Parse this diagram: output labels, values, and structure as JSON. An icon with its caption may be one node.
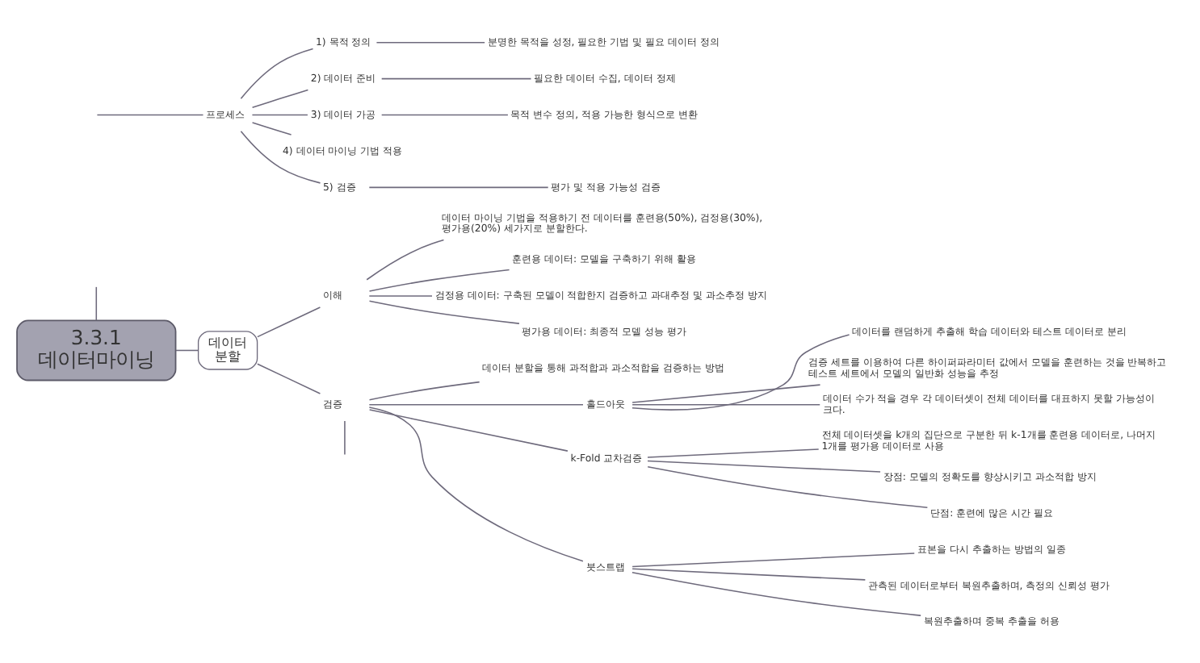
{
  "diagram": {
    "nodes": [
      {
        "text": [
          "3.3.1 데이터마이닝"
        ]
      },
      {
        "text": [
          "프로세스"
        ]
      },
      {
        "text": [
          "1) 목적 정의"
        ]
      },
      {
        "text": [
          "분명한 목적을 성정, 필요한 기법 및 필요 데이터 정의"
        ]
      },
      {
        "text": [
          "2) 데이터 준비"
        ]
      },
      {
        "text": [
          "필요한 데이터 수집, 데이터 정제"
        ]
      },
      {
        "text": [
          "3) 데이터 가공"
        ]
      },
      {
        "text": [
          "목적 변수 정의, 적용 가능한 형식으로 변환"
        ]
      },
      {
        "text": [
          "4) 데이터 마이닝 기법 적용"
        ]
      },
      {
        "text": [
          "5) 검증"
        ]
      },
      {
        "text": [
          "평가 및 적용 가능성 검증"
        ]
      },
      {
        "text": [
          "데이터 분할"
        ]
      },
      {
        "text": [
          "이해"
        ]
      },
      {
        "text": [
          "데이터 마이닝 기법을 적용하기 전 데이터를 훈련용(50%), 검정용(30%), 평가용(20%) 세가지로 분할한다."
        ]
      },
      {
        "text": [
          "훈련용 데이터: 모델을 구축하기 위해 활용"
        ]
      },
      {
        "text": [
          "검정용 데이터: 구축된 모델이 적합한지 검증하고 과대추정 및 과소추정 방지"
        ]
      },
      {
        "text": [
          "평가용 데이터: 최종적 모델 성능 평가"
        ]
      },
      {
        "text": [
          "검증"
        ]
      },
      {
        "text": [
          "데이터 분할을 통해 과적합과 과소적합을 검증하는 방법"
        ]
      },
      {
        "text": [
          "홀드아웃"
        ]
      },
      {
        "text": [
          "데이터를 랜덤하게 추출해 학습 데이터와 테스트 데이터로 분리"
        ]
      },
      {
        "text": [
          "검증 세트를 이용하여 다른 하이퍼파라미터 값에서 모델을 훈련하는 것을 반복하고 테스트 세트에서 모델의 일반화 성능을 추정"
        ]
      },
      {
        "text": [
          "데이터 수가 적을 경우 각 데이터셋이 전체 데이터를 대표하지 못할 가능성이 크다."
        ]
      },
      {
        "text": [
          "k-Fold 교차검증"
        ]
      },
      {
        "text": [
          "전체 데이터셋을 k개의 집단으로 구분한 뒤 k-1개를 훈련용 데이터로, 나머지 1개를 평가용 데이터로 사용"
        ]
      },
      {
        "text": [
          "장점: 모델의 정확도를 향상시키고 과소적합 방지"
        ]
      },
      {
        "text": [
          "단점: 훈련에 많은 시간 필요"
        ]
      },
      {
        "text": [
          "붓스트랩"
        ]
      },
      {
        "text": [
          "표본을 다시 추출하는 방법의 일종"
        ]
      },
      {
        "text": [
          "관측된 데이터로부터 복원추출하며, 측정의 신뢰성 평가"
        ]
      },
      {
        "text": [
          "복원추출하며 중복 추출을 허용"
        ]
      }
    ],
    "edges": [
      {
        "from": 0,
        "to": null,
        "arrow": "none"
      },
      {
        "from": null,
        "to": 1,
        "arrow": "none"
      },
      {
        "from": 0,
        "to": 11,
        "arrow": "none"
      },
      {
        "from": 1,
        "to": 2,
        "arrow": "none"
      },
      {
        "from": 1,
        "to": 4,
        "arrow": "none"
      },
      {
        "from": 1,
        "to": 6,
        "arrow": "none"
      },
      {
        "from": 1,
        "to": 8,
        "arrow": "none"
      },
      {
        "from": 1,
        "to": 9,
        "arrow": "none"
      },
      {
        "from": 2,
        "to": 3,
        "arrow": "none"
      },
      {
        "from": 4,
        "to": 5,
        "arrow": "none"
      },
      {
        "from": 6,
        "to": 7,
        "arrow": "none"
      },
      {
        "from": 9,
        "to": 10,
        "arrow": "none"
      },
      {
        "from": 11,
        "to": 12,
        "arrow": "none"
      },
      {
        "from": 11,
        "to": 17,
        "arrow": "none"
      },
      {
        "from": 12,
        "to": 13,
        "arrow": "none"
      },
      {
        "from": 12,
        "to": 14,
        "arrow": "none"
      },
      {
        "from": 12,
        "to": 15,
        "arrow": "none"
      },
      {
        "from": 12,
        "to": 16,
        "arrow": "none"
      },
      {
        "from": 17,
        "to": 18,
        "arrow": "none"
      },
      {
        "from": 17,
        "to": 19,
        "arrow": "none"
      },
      {
        "from": 17,
        "to": 23,
        "arrow": "none"
      },
      {
        "from": 17,
        "to": 27,
        "arrow": "none"
      },
      {
        "from": 17,
        "to": null,
        "arrow": "none"
      },
      {
        "from": 19,
        "to": 20,
        "arrow": "none"
      },
      {
        "from": 19,
        "to": 21,
        "arrow": "none"
      },
      {
        "from": 19,
        "to": 22,
        "arrow": "none"
      },
      {
        "from": 23,
        "to": 24,
        "arrow": "none"
      },
      {
        "from": 23,
        "to": 25,
        "arrow": "none"
      },
      {
        "from": 23,
        "to": 26,
        "arrow": "none"
      },
      {
        "from": 27,
        "to": 28,
        "arrow": "none"
      },
      {
        "from": 27,
        "to": 29,
        "arrow": "none"
      },
      {
        "from": 27,
        "to": 30,
        "arrow": "none"
      }
    ]
  }
}
